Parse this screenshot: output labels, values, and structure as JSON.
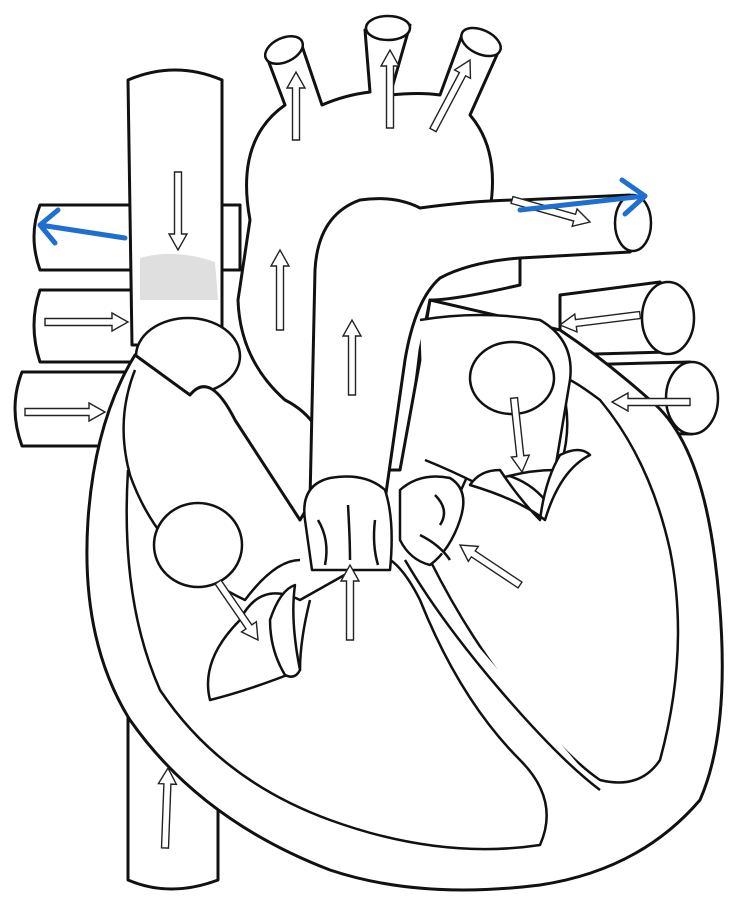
{
  "diagram": {
    "subject": "heart",
    "structures": [
      "superior-vena-cava",
      "inferior-vena-cava",
      "aorta",
      "pulmonary-artery",
      "left-pulmonary-veins",
      "right-pulmonary-veins",
      "right-atrium",
      "left-atrium",
      "right-ventricle",
      "left-ventricle",
      "pulmonary-valve",
      "aortic-valve",
      "tricuspid-valve",
      "mitral-valve",
      "septum"
    ],
    "flow_arrow_icon": "hollow-arrow-icon",
    "highlight_arrow_icon": "arrow-icon"
  },
  "colors": {
    "outline": "#111111",
    "fill": "#ffffff",
    "shadow": "#d9d9d9",
    "highlight_arrow": "#1f6fd1"
  }
}
